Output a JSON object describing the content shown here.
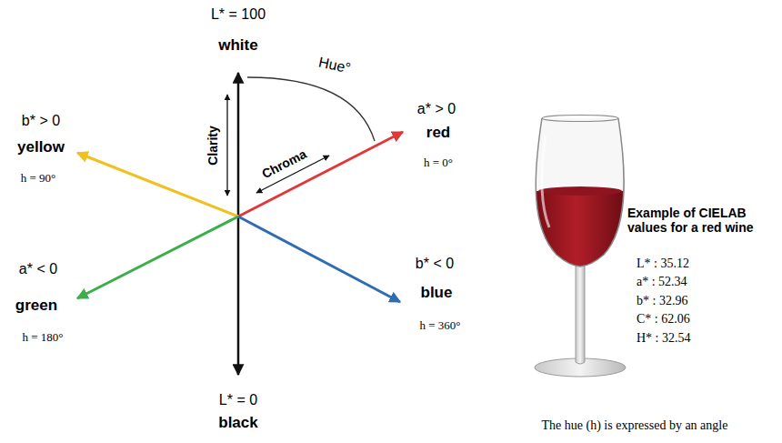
{
  "diagram": {
    "labels": [
      "L* = 100",
      "white",
      "Hue°",
      "a* > 0",
      "red",
      "h = 0°",
      "b* > 0",
      "yellow",
      "h = 90°",
      "Clarity",
      "Chroma",
      "a* < 0",
      "green",
      "h = 180°",
      "b* < 0",
      "blue",
      "h = 360°",
      "L* = 0",
      "black",
      "Example of CIELAB values for a red wine",
      "L* : 35.12",
      "a* : 52.34",
      "b* : 32.96",
      "C* : 62.06",
      "H* : 32.54",
      "The hue (h) is expressed by an angle"
    ]
  }
}
